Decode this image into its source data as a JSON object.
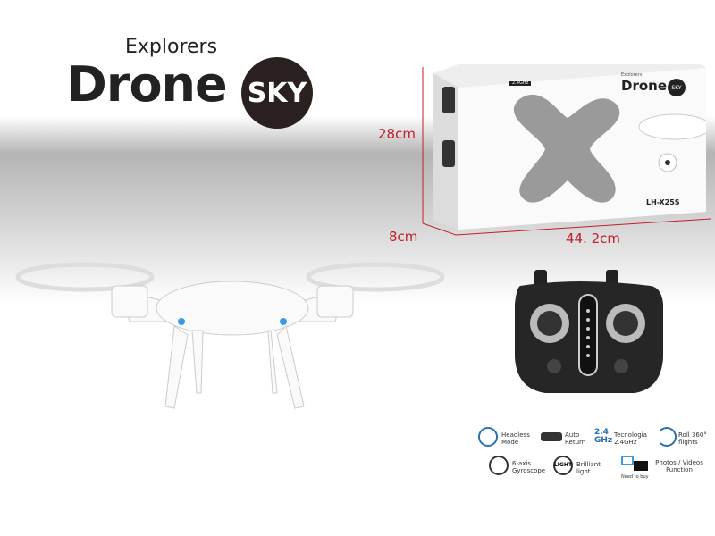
{
  "logo": {
    "small": "Explorers",
    "big": "Drone",
    "badge": "SKY"
  },
  "dimensions": {
    "height": "28cm",
    "depth": "8cm",
    "width": "44. 2cm"
  },
  "box": {
    "logo_small": "Explorers",
    "logo_big": "Drone",
    "logo_badge": "SKY",
    "model": "LH-X25S",
    "freq_badge": "2.4GHz"
  },
  "features": [
    {
      "icon": "compass-icon",
      "label": "Headless Mode"
    },
    {
      "icon": "drone-return-icon",
      "label": "Auto Return"
    },
    {
      "icon": "ghz-icon",
      "icon_text": "2.4 GHz",
      "label": "Tecnologia 2.4GHz"
    },
    {
      "icon": "flip-icon",
      "label": "Roll 360° flights"
    },
    {
      "icon": "gyroscope-icon",
      "label": "6-axis Gyroscope"
    },
    {
      "icon": "light-icon",
      "icon_text": "LIGHT",
      "label": "Brilliant light"
    },
    {
      "icon": "camera-icon",
      "label": "Photos / Videos Function",
      "note": "Need to buy"
    }
  ],
  "colors": {
    "accent": "#c0202a",
    "dark": "#2a2020",
    "led": "#3a9be0"
  }
}
